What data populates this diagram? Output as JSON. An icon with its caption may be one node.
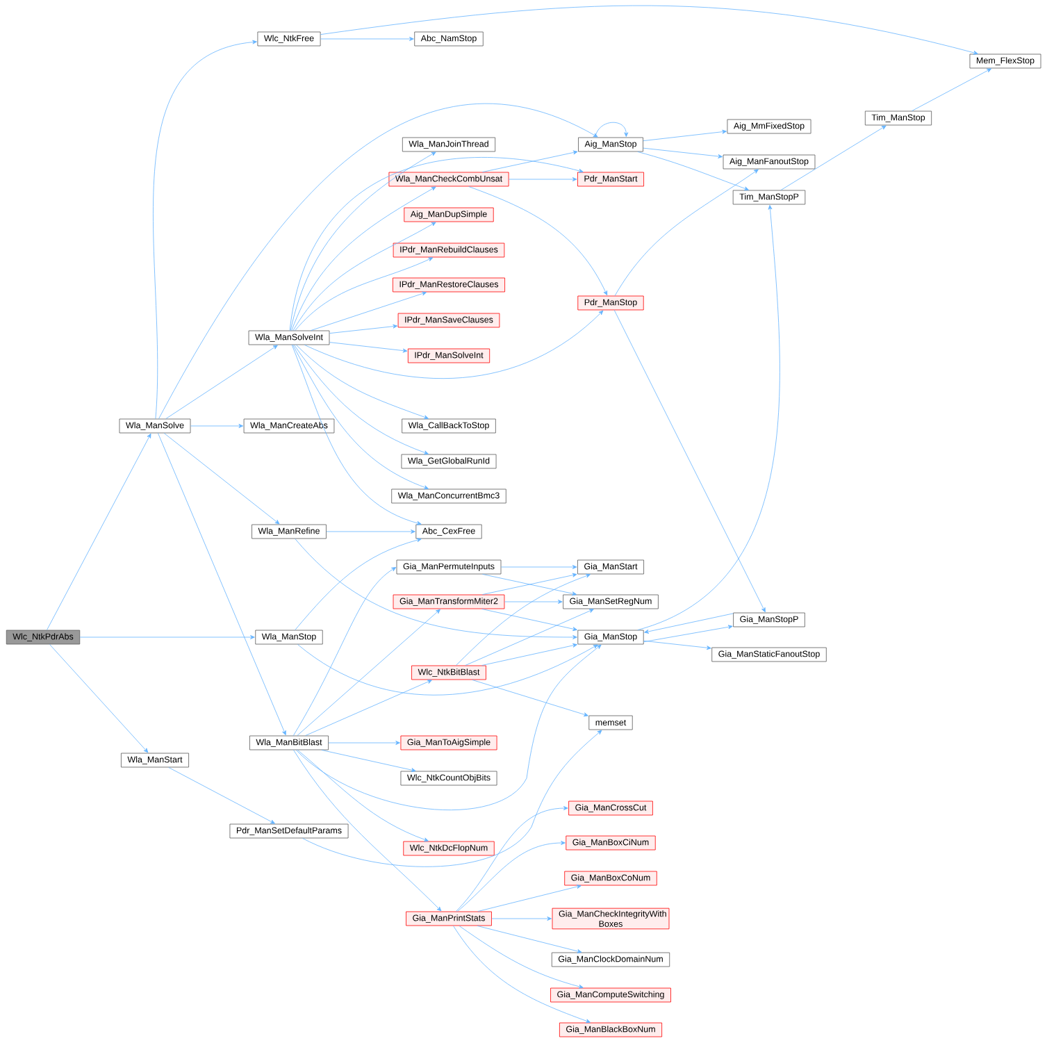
{
  "diagram": {
    "nodes": [
      {
        "text": [
          "Wlc_NtkPdrAbs"
        ]
      },
      {
        "text": [
          "Wla_ManSolve"
        ]
      },
      {
        "text": [
          "Wla_ManStop"
        ]
      },
      {
        "text": [
          "Wla_ManStart"
        ]
      },
      {
        "text": [
          "Wlc_NtkFree"
        ]
      },
      {
        "text": [
          "Wla_ManSolveInt"
        ]
      },
      {
        "text": [
          "Wla_ManCreateAbs"
        ]
      },
      {
        "text": [
          "Wla_ManRefine"
        ]
      },
      {
        "text": [
          "Wla_ManBitBlast"
        ]
      },
      {
        "text": [
          "Pdr_ManSetDefaultParams"
        ]
      },
      {
        "text": [
          "Abc_NamStop"
        ]
      },
      {
        "text": [
          "Mem_FlexStop"
        ]
      },
      {
        "text": [
          "Aig_ManStop"
        ]
      },
      {
        "text": [
          "Pdr_ManStart"
        ]
      },
      {
        "text": [
          "Wla_ManJoinThread"
        ]
      },
      {
        "text": [
          "Wla_ManCheckCombUnsat"
        ]
      },
      {
        "text": [
          "Aig_ManDupSimple"
        ]
      },
      {
        "text": [
          "IPdr_ManRebuildClauses"
        ]
      },
      {
        "text": [
          "IPdr_ManRestoreClauses"
        ]
      },
      {
        "text": [
          "IPdr_ManSaveClauses"
        ]
      },
      {
        "text": [
          "IPdr_ManSolveInt"
        ]
      },
      {
        "text": [
          "Wla_CallBackToStop"
        ]
      },
      {
        "text": [
          "Wla_GetGlobalRunId"
        ]
      },
      {
        "text": [
          "Wla_ManConcurrentBmc3"
        ]
      },
      {
        "text": [
          "Abc_CexFree"
        ]
      },
      {
        "text": [
          "Pdr_ManStop"
        ]
      },
      {
        "text": [
          "Aig_MmFixedStop"
        ]
      },
      {
        "text": [
          "Aig_ManFanoutStop"
        ]
      },
      {
        "text": [
          "Tim_ManStopP"
        ]
      },
      {
        "text": [
          "Tim_ManStop"
        ]
      },
      {
        "text": [
          "Gia_ManPermuteInputs"
        ]
      },
      {
        "text": [
          "Gia_ManTransformMiter2"
        ]
      },
      {
        "text": [
          "Wlc_NtkBitBlast"
        ]
      },
      {
        "text": [
          "Gia_ManToAigSimple"
        ]
      },
      {
        "text": [
          "Wlc_NtkCountObjBits"
        ]
      },
      {
        "text": [
          "Wlc_NtkDcFlopNum"
        ]
      },
      {
        "text": [
          "Gia_ManPrintStats"
        ]
      },
      {
        "text": [
          "Gia_ManStart"
        ]
      },
      {
        "text": [
          "Gia_ManSetRegNum"
        ]
      },
      {
        "text": [
          "Gia_ManStop"
        ]
      },
      {
        "text": [
          "memset"
        ]
      },
      {
        "text": [
          "Gia_ManStopP"
        ]
      },
      {
        "text": [
          "Gia_ManStaticFanoutStop"
        ]
      },
      {
        "text": [
          "Gia_ManCrossCut"
        ]
      },
      {
        "text": [
          "Gia_ManBoxCiNum"
        ]
      },
      {
        "text": [
          "Gia_ManBoxCoNum"
        ]
      },
      {
        "text": [
          "Gia_ManCheckIntegrityWith Boxes"
        ]
      },
      {
        "text": [
          "Gia_ManClockDomainNum"
        ]
      },
      {
        "text": [
          "Gia_ManComputeSwitching"
        ]
      },
      {
        "text": [
          "Gia_ManBlackBoxNum"
        ]
      }
    ],
    "edges": [
      {
        "from": 0,
        "to": 1,
        "arrow": "to"
      },
      {
        "from": 0,
        "to": 2,
        "arrow": "to"
      },
      {
        "from": 0,
        "to": 3,
        "arrow": "to"
      },
      {
        "from": 1,
        "to": 4,
        "arrow": "to"
      },
      {
        "from": 1,
        "to": 12,
        "arrow": "to"
      },
      {
        "from": 1,
        "to": 5,
        "arrow": "to"
      },
      {
        "from": 1,
        "to": 6,
        "arrow": "to"
      },
      {
        "from": 1,
        "to": 7,
        "arrow": "to"
      },
      {
        "from": 1,
        "to": 8,
        "arrow": "to"
      },
      {
        "from": 4,
        "to": 10,
        "arrow": "to"
      },
      {
        "from": 4,
        "to": 11,
        "arrow": "to"
      },
      {
        "from": 5,
        "to": 13,
        "arrow": "to"
      },
      {
        "from": 5,
        "to": 14,
        "arrow": "to"
      },
      {
        "from": 5,
        "to": 15,
        "arrow": "to"
      },
      {
        "from": 5,
        "to": 16,
        "arrow": "to"
      },
      {
        "from": 5,
        "to": 17,
        "arrow": "to"
      },
      {
        "from": 5,
        "to": 18,
        "arrow": "to"
      },
      {
        "from": 5,
        "to": 19,
        "arrow": "to"
      },
      {
        "from": 5,
        "to": 20,
        "arrow": "to"
      },
      {
        "from": 5,
        "to": 25,
        "arrow": "to"
      },
      {
        "from": 5,
        "to": 21,
        "arrow": "to"
      },
      {
        "from": 5,
        "to": 22,
        "arrow": "to"
      },
      {
        "from": 5,
        "to": 23,
        "arrow": "to"
      },
      {
        "from": 5,
        "to": 24,
        "arrow": "to"
      },
      {
        "from": 12,
        "to": 12,
        "arrow": "to"
      },
      {
        "from": 12,
        "to": 26,
        "arrow": "to"
      },
      {
        "from": 12,
        "to": 27,
        "arrow": "to"
      },
      {
        "from": 12,
        "to": 28,
        "arrow": "to"
      },
      {
        "from": 15,
        "to": 12,
        "arrow": "to"
      },
      {
        "from": 15,
        "to": 13,
        "arrow": "to"
      },
      {
        "from": 15,
        "to": 25,
        "arrow": "to"
      },
      {
        "from": 25,
        "to": 27,
        "arrow": "to"
      },
      {
        "from": 25,
        "to": 41,
        "arrow": "to"
      },
      {
        "from": 28,
        "to": 29,
        "arrow": "to"
      },
      {
        "from": 29,
        "to": 11,
        "arrow": "to"
      },
      {
        "from": 7,
        "to": 24,
        "arrow": "to"
      },
      {
        "from": 7,
        "to": 39,
        "arrow": "to"
      },
      {
        "from": 2,
        "to": 24,
        "arrow": "to"
      },
      {
        "from": 2,
        "to": 39,
        "arrow": "to"
      },
      {
        "from": 8,
        "to": 30,
        "arrow": "to"
      },
      {
        "from": 8,
        "to": 31,
        "arrow": "to"
      },
      {
        "from": 8,
        "to": 32,
        "arrow": "to"
      },
      {
        "from": 8,
        "to": 33,
        "arrow": "to"
      },
      {
        "from": 8,
        "to": 34,
        "arrow": "to"
      },
      {
        "from": 8,
        "to": 35,
        "arrow": "to"
      },
      {
        "from": 8,
        "to": 36,
        "arrow": "to"
      },
      {
        "from": 8,
        "to": 39,
        "arrow": "to"
      },
      {
        "from": 3,
        "to": 9,
        "arrow": "to"
      },
      {
        "from": 9,
        "to": 40,
        "arrow": "to"
      },
      {
        "from": 30,
        "to": 37,
        "arrow": "to"
      },
      {
        "from": 30,
        "to": 38,
        "arrow": "to"
      },
      {
        "from": 31,
        "to": 37,
        "arrow": "to"
      },
      {
        "from": 31,
        "to": 38,
        "arrow": "to"
      },
      {
        "from": 31,
        "to": 39,
        "arrow": "to"
      },
      {
        "from": 32,
        "to": 37,
        "arrow": "to"
      },
      {
        "from": 32,
        "to": 38,
        "arrow": "to"
      },
      {
        "from": 32,
        "to": 39,
        "arrow": "to"
      },
      {
        "from": 32,
        "to": 40,
        "arrow": "to"
      },
      {
        "from": 39,
        "to": 28,
        "arrow": "to"
      },
      {
        "from": 39,
        "to": 41,
        "arrow": "to"
      },
      {
        "from": 39,
        "to": 42,
        "arrow": "to"
      },
      {
        "from": 41,
        "to": 39,
        "arrow": "to"
      },
      {
        "from": 36,
        "to": 43,
        "arrow": "to"
      },
      {
        "from": 36,
        "to": 44,
        "arrow": "to"
      },
      {
        "from": 36,
        "to": 45,
        "arrow": "to"
      },
      {
        "from": 36,
        "to": 46,
        "arrow": "to"
      },
      {
        "from": 36,
        "to": 47,
        "arrow": "to"
      },
      {
        "from": 36,
        "to": 48,
        "arrow": "to"
      },
      {
        "from": 36,
        "to": 49,
        "arrow": "to"
      }
    ]
  }
}
